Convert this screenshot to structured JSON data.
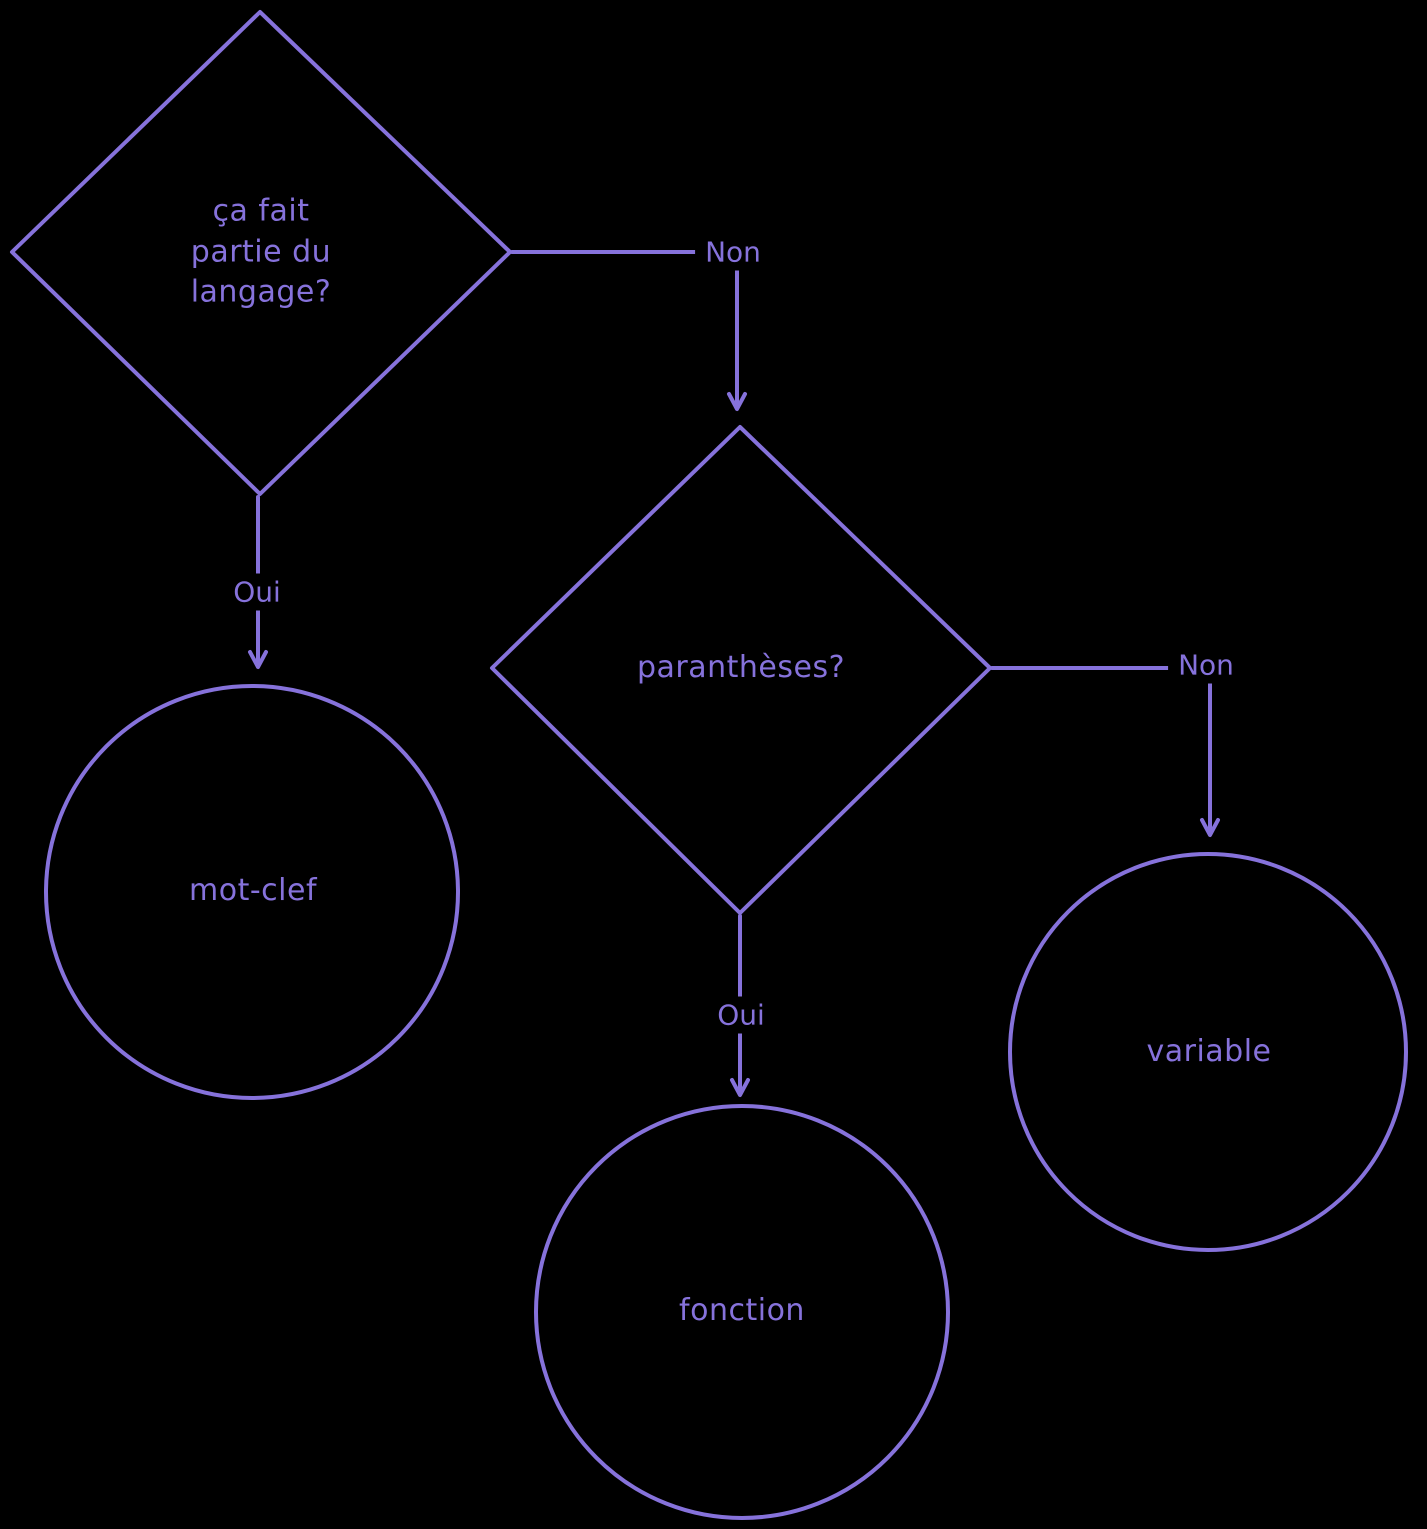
{
  "diagram": {
    "accent_color": "#8672db",
    "background_color": "#000000",
    "nodes": [
      {
        "id": "q-language",
        "type": "decision",
        "label": "ça fait partie du langage?"
      },
      {
        "id": "q-parentheses",
        "type": "decision",
        "label": "paranthèses?"
      },
      {
        "id": "keyword",
        "type": "terminal",
        "label": "mot-clef"
      },
      {
        "id": "function",
        "type": "terminal",
        "label": "fonction"
      },
      {
        "id": "variable",
        "type": "terminal",
        "label": "variable"
      }
    ],
    "edges": [
      {
        "from": "q-language",
        "to": "q-parentheses",
        "label": "Non"
      },
      {
        "from": "q-language",
        "to": "keyword",
        "label": "Oui"
      },
      {
        "from": "q-parentheses",
        "to": "variable",
        "label": "Non"
      },
      {
        "from": "q-parentheses",
        "to": "function",
        "label": "Oui"
      }
    ]
  }
}
